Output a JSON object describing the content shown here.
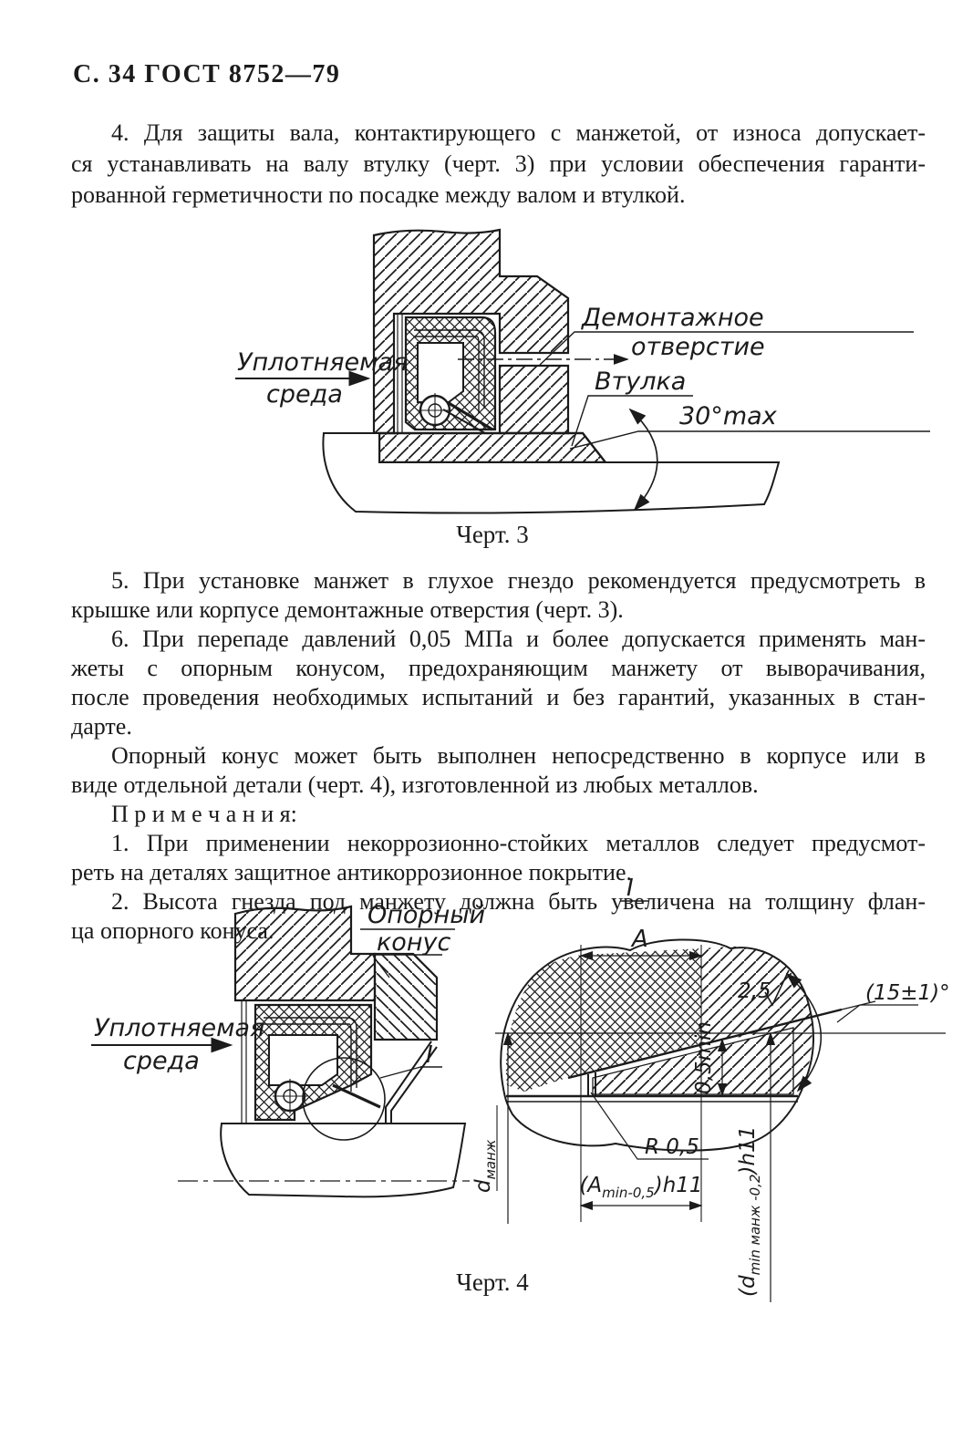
{
  "ink": "#1b1b1b",
  "paper": "#ffffff",
  "page": {
    "header": "С. 34  ГОСТ  8752—79"
  },
  "paragraphs": {
    "p4": {
      "lines": [
        "4. Для защиты вала, контактирующего с манжетой, от износа допускает-",
        "ся устанавливать на валу втулку (черт. 3) при условии обеспечения гаранти-",
        "рованной герметичности по посадке между валом и втулкой."
      ]
    },
    "p5": {
      "lines": [
        "5. При установке манжет в глухое гнездо рекомендуется предусмотреть в",
        "крышке или корпусе демонтажные отверстия (черт. 3)."
      ]
    },
    "p6": {
      "lines": [
        "6. При перепаде давлений 0,05 МПа и более допускается применять ман-",
        "жеты с опорным конусом, предохраняющим манжету от выворачивания,",
        "после проведения необходимых испытаний и без гарантий, указанных в стан-",
        "дарте."
      ]
    },
    "p7": {
      "lines": [
        "Опорный конус может быть выполнен непосредственно в корпусе или в",
        "виде отдельной детали (черт. 4), изготовленной из любых металлов."
      ]
    },
    "notes_header": "П р и м е ч а н и я:",
    "note1": {
      "lines": [
        "1. При применении некоррозионно-стойких металлов следует предусмот-",
        "реть на деталях защитное антикоррозионное покрытие."
      ]
    },
    "note2": {
      "lines": [
        "2. Высота гнезда под манжету должна быть увеличена на толщину флан-",
        "ца опорного конуса."
      ]
    }
  },
  "fig3": {
    "caption": "Черт. 3",
    "labels": {
      "medium1": "Уплотняемая",
      "medium2": "среда",
      "demontage1": "Демонтажное",
      "demontage2": "отверстие",
      "sleeve": "Втулка",
      "angle": "30°max"
    }
  },
  "fig4": {
    "caption": "Черт. 4",
    "labels": {
      "cone1": "Опорный",
      "cone2": "конус",
      "medium1": "Уплотняемая",
      "medium2": "среда",
      "detail_ref": "I",
      "detail_title": "I",
      "dimA": "A",
      "roughness": "2,5",
      "angle": "(15±1)°",
      "gap": "0,5min",
      "radius": "R 0,5",
      "dimA_pre": "(A",
      "dimA_sub": "min-0,5",
      "dimA_post": ")h11",
      "dmanzh_pre": "d",
      "dmanzh_sub": "манж",
      "dmin_pre": "(d",
      "dmin_sub": "min манж -0,2",
      "dmin_post": ")h11"
    }
  }
}
